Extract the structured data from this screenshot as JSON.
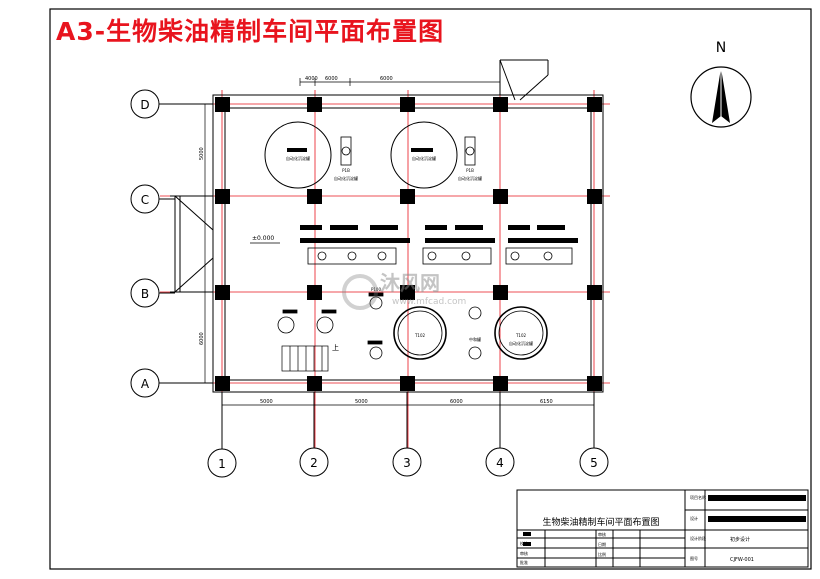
{
  "title": "A3-生物柴油精制车间平面布置图",
  "north_label": "N",
  "axis_rows": [
    "D",
    "C",
    "B",
    "A"
  ],
  "axis_cols": [
    "1",
    "2",
    "3",
    "4",
    "5"
  ],
  "dims_top": [
    "4000",
    "6000",
    "6000"
  ],
  "dims_bottom": [
    "5000",
    "5000",
    "6000",
    "6150"
  ],
  "dims_left": [
    "5000",
    "6000"
  ],
  "elevation": "±0.000",
  "stair_label": "上",
  "equipment": {
    "tank1": "自动化沉淀罐",
    "tank2": "自动化沉淀罐",
    "pump1": "P1B",
    "pump1_desc": "自动化沉淀罐",
    "pump2": "P1B",
    "pump2_desc": "自动化沉淀罐",
    "v1": "T102",
    "v1_desc": "中和罐",
    "v2": "T102",
    "v2_desc": "自动化沉淀罐",
    "small_pump": "P100"
  },
  "watermark": {
    "brand": "沐风网",
    "url": "www.mfcad.com"
  },
  "titleblock": {
    "drawing_name": "生物柴油精制车间平面布置图",
    "label_project": "项目名称",
    "label_design": "设计",
    "label_check": "校核",
    "label_audit": "审核",
    "label_approve": "批准",
    "label_proofread": "审核",
    "label_date": "日期",
    "label_scale": "比例",
    "label_stage": "设计阶段",
    "label_number": "图号",
    "stage_value": "初步设计",
    "number_value": "CJFW-001"
  }
}
